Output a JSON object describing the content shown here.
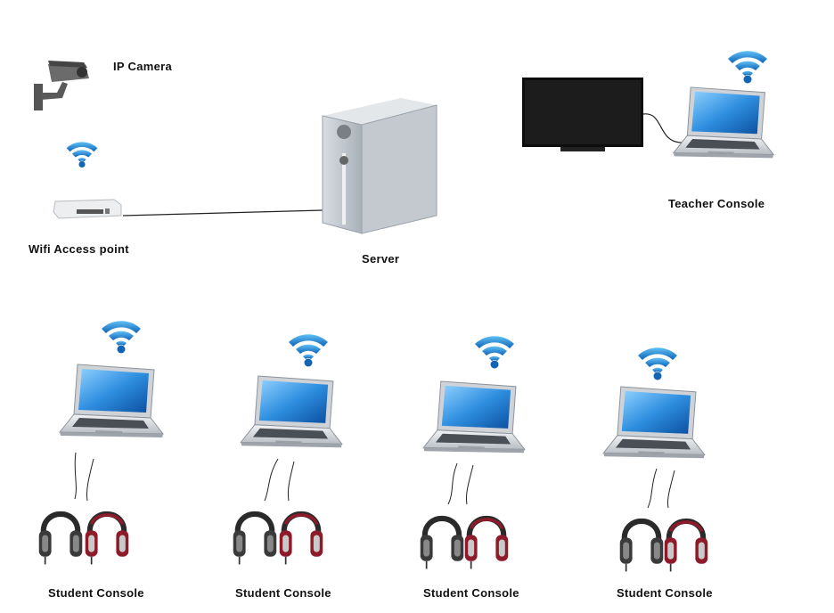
{
  "labels": {
    "ip_camera": "IP Camera",
    "wifi_access_point": "Wifi Access point",
    "server": "Server",
    "teacher_console": "Teacher Console",
    "students": [
      "Student Console",
      "Student Console",
      "Student Console",
      "Student Console"
    ]
  },
  "colors": {
    "wifi_blue": "#1e88d8",
    "screen_blue": "#2f8fe0",
    "headphone_red": "#8e1b2a",
    "cable": "#222222"
  }
}
